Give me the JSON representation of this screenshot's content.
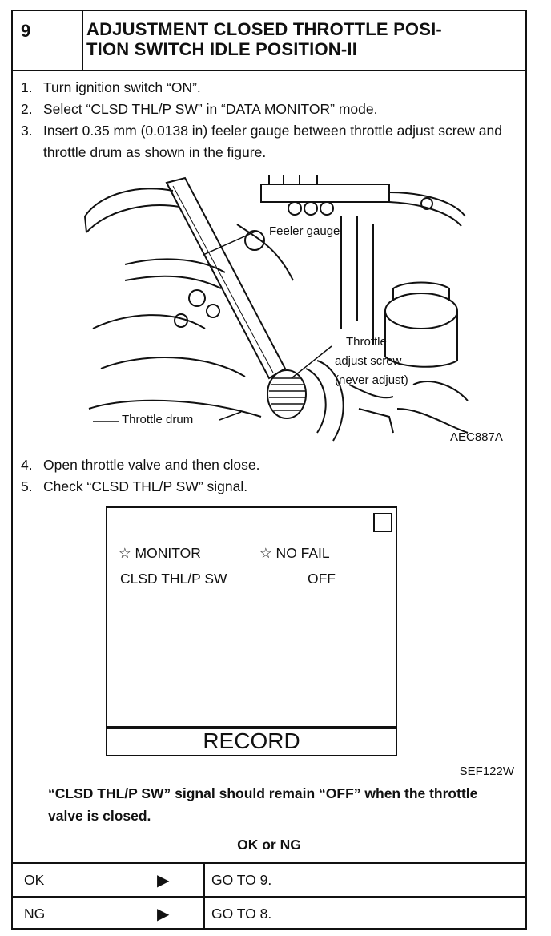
{
  "header": {
    "step_number": "9",
    "title": "ADJUSTMENT CLOSED THROTTLE POSITION SWITCH IDLE POSITION-II"
  },
  "steps": [
    {
      "num": "1.",
      "text": "Turn ignition switch “ON”."
    },
    {
      "num": "2.",
      "text": "Select “CLSD THL/P SW” in “DATA MONITOR” mode."
    },
    {
      "num": "3.",
      "text": "Insert 0.35 mm (0.0138 in) feeler gauge between throttle adjust screw and throttle drum as shown in the figure."
    },
    {
      "num": "4.",
      "text": "Open throttle valve and then close."
    },
    {
      "num": "5.",
      "text": "Check “CLSD THL/P SW” signal."
    }
  ],
  "figure1": {
    "label_feeler": "Feeler gauge",
    "label_throttle_line1": "Throttle",
    "label_throttle_line2": "adjust screw",
    "label_throttle_line3": "(never adjust)",
    "label_drum": "Throttle drum",
    "ref_code": "AEC887A"
  },
  "monitor_screen": {
    "monitor_label": "☆ MONITOR",
    "status_label": "☆ NO FAIL",
    "item_name": "CLSD THL/P SW",
    "item_value": "OFF",
    "record_button": "RECORD",
    "ref_code": "SEF122W"
  },
  "result_text": "“CLSD THL/P SW” signal should remain “OFF” when the throttle valve is closed.",
  "ok_ng_heading": "OK or NG",
  "outcomes": [
    {
      "result": "OK",
      "arrow": "▶",
      "action": "GO TO 9."
    },
    {
      "result": "NG",
      "arrow": "▶",
      "action": "GO TO 8."
    }
  ]
}
